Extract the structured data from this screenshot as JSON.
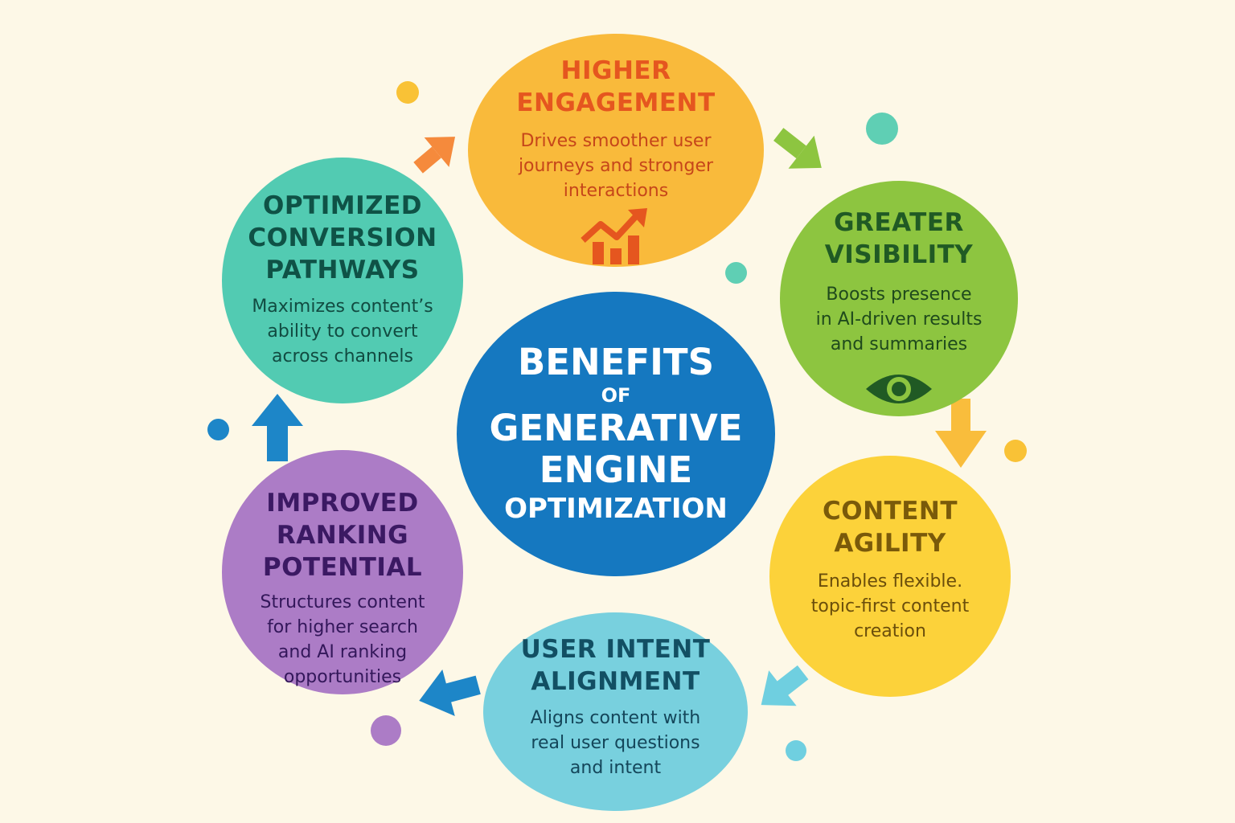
{
  "center": {
    "line1": "BENEFITS",
    "line2": "OF",
    "line3": "GENERATIVE",
    "line4": "ENGINE",
    "line5": "OPTIMIZATION"
  },
  "benefits": {
    "engagement": {
      "title1": "HIGHER",
      "title2": "ENGAGEMENT",
      "desc1": "Drives smoother user",
      "desc2": "journeys and stronger",
      "desc3": "interactions",
      "icon": "growth-chart-icon"
    },
    "visibility": {
      "title1": "GREATER",
      "title2": "VISIBILITY",
      "desc1": "Boosts presence",
      "desc2": "in AI-driven results",
      "desc3": "and summaries",
      "icon": "eye-icon"
    },
    "agility": {
      "title1": "CONTENT",
      "title2": "AGILITY",
      "desc1": "Enables flexible.",
      "desc2": "topic-first content",
      "desc3": "creation"
    },
    "intent": {
      "title1": "USER INTENT",
      "title2": "ALIGNMENT",
      "desc1": "Aligns content with",
      "desc2": "real user questions",
      "desc3": "and intent"
    },
    "ranking": {
      "title1": "IMPROVED",
      "title2": "RANKING",
      "title3": "POTENTIAL",
      "desc1": "Structures content",
      "desc2": "for higher search",
      "desc3": "and AI ranking",
      "desc4": "opportunities"
    },
    "conversion": {
      "title1": "OPTIMIZED",
      "title2": "CONVERSION",
      "title3": "PATHWAYS",
      "desc1": "Maximizes content’s",
      "desc2": "ability to convert",
      "desc3": "across channels"
    }
  },
  "colors": {
    "background": "#fdf8e7",
    "engagement": "#f9ba3b",
    "visibility": "#8dc540",
    "agility": "#fcd23a",
    "intent": "#78d0de",
    "ranking": "#ac7cc6",
    "conversion": "#52cbb2",
    "center": "#1578c0",
    "arrow_orange": "#f58a3c",
    "arrow_green": "#8dc540",
    "arrow_yellow": "#f9bd3c",
    "arrow_cyan": "#6fcfe0",
    "arrow_blue": "#1d86c8"
  }
}
